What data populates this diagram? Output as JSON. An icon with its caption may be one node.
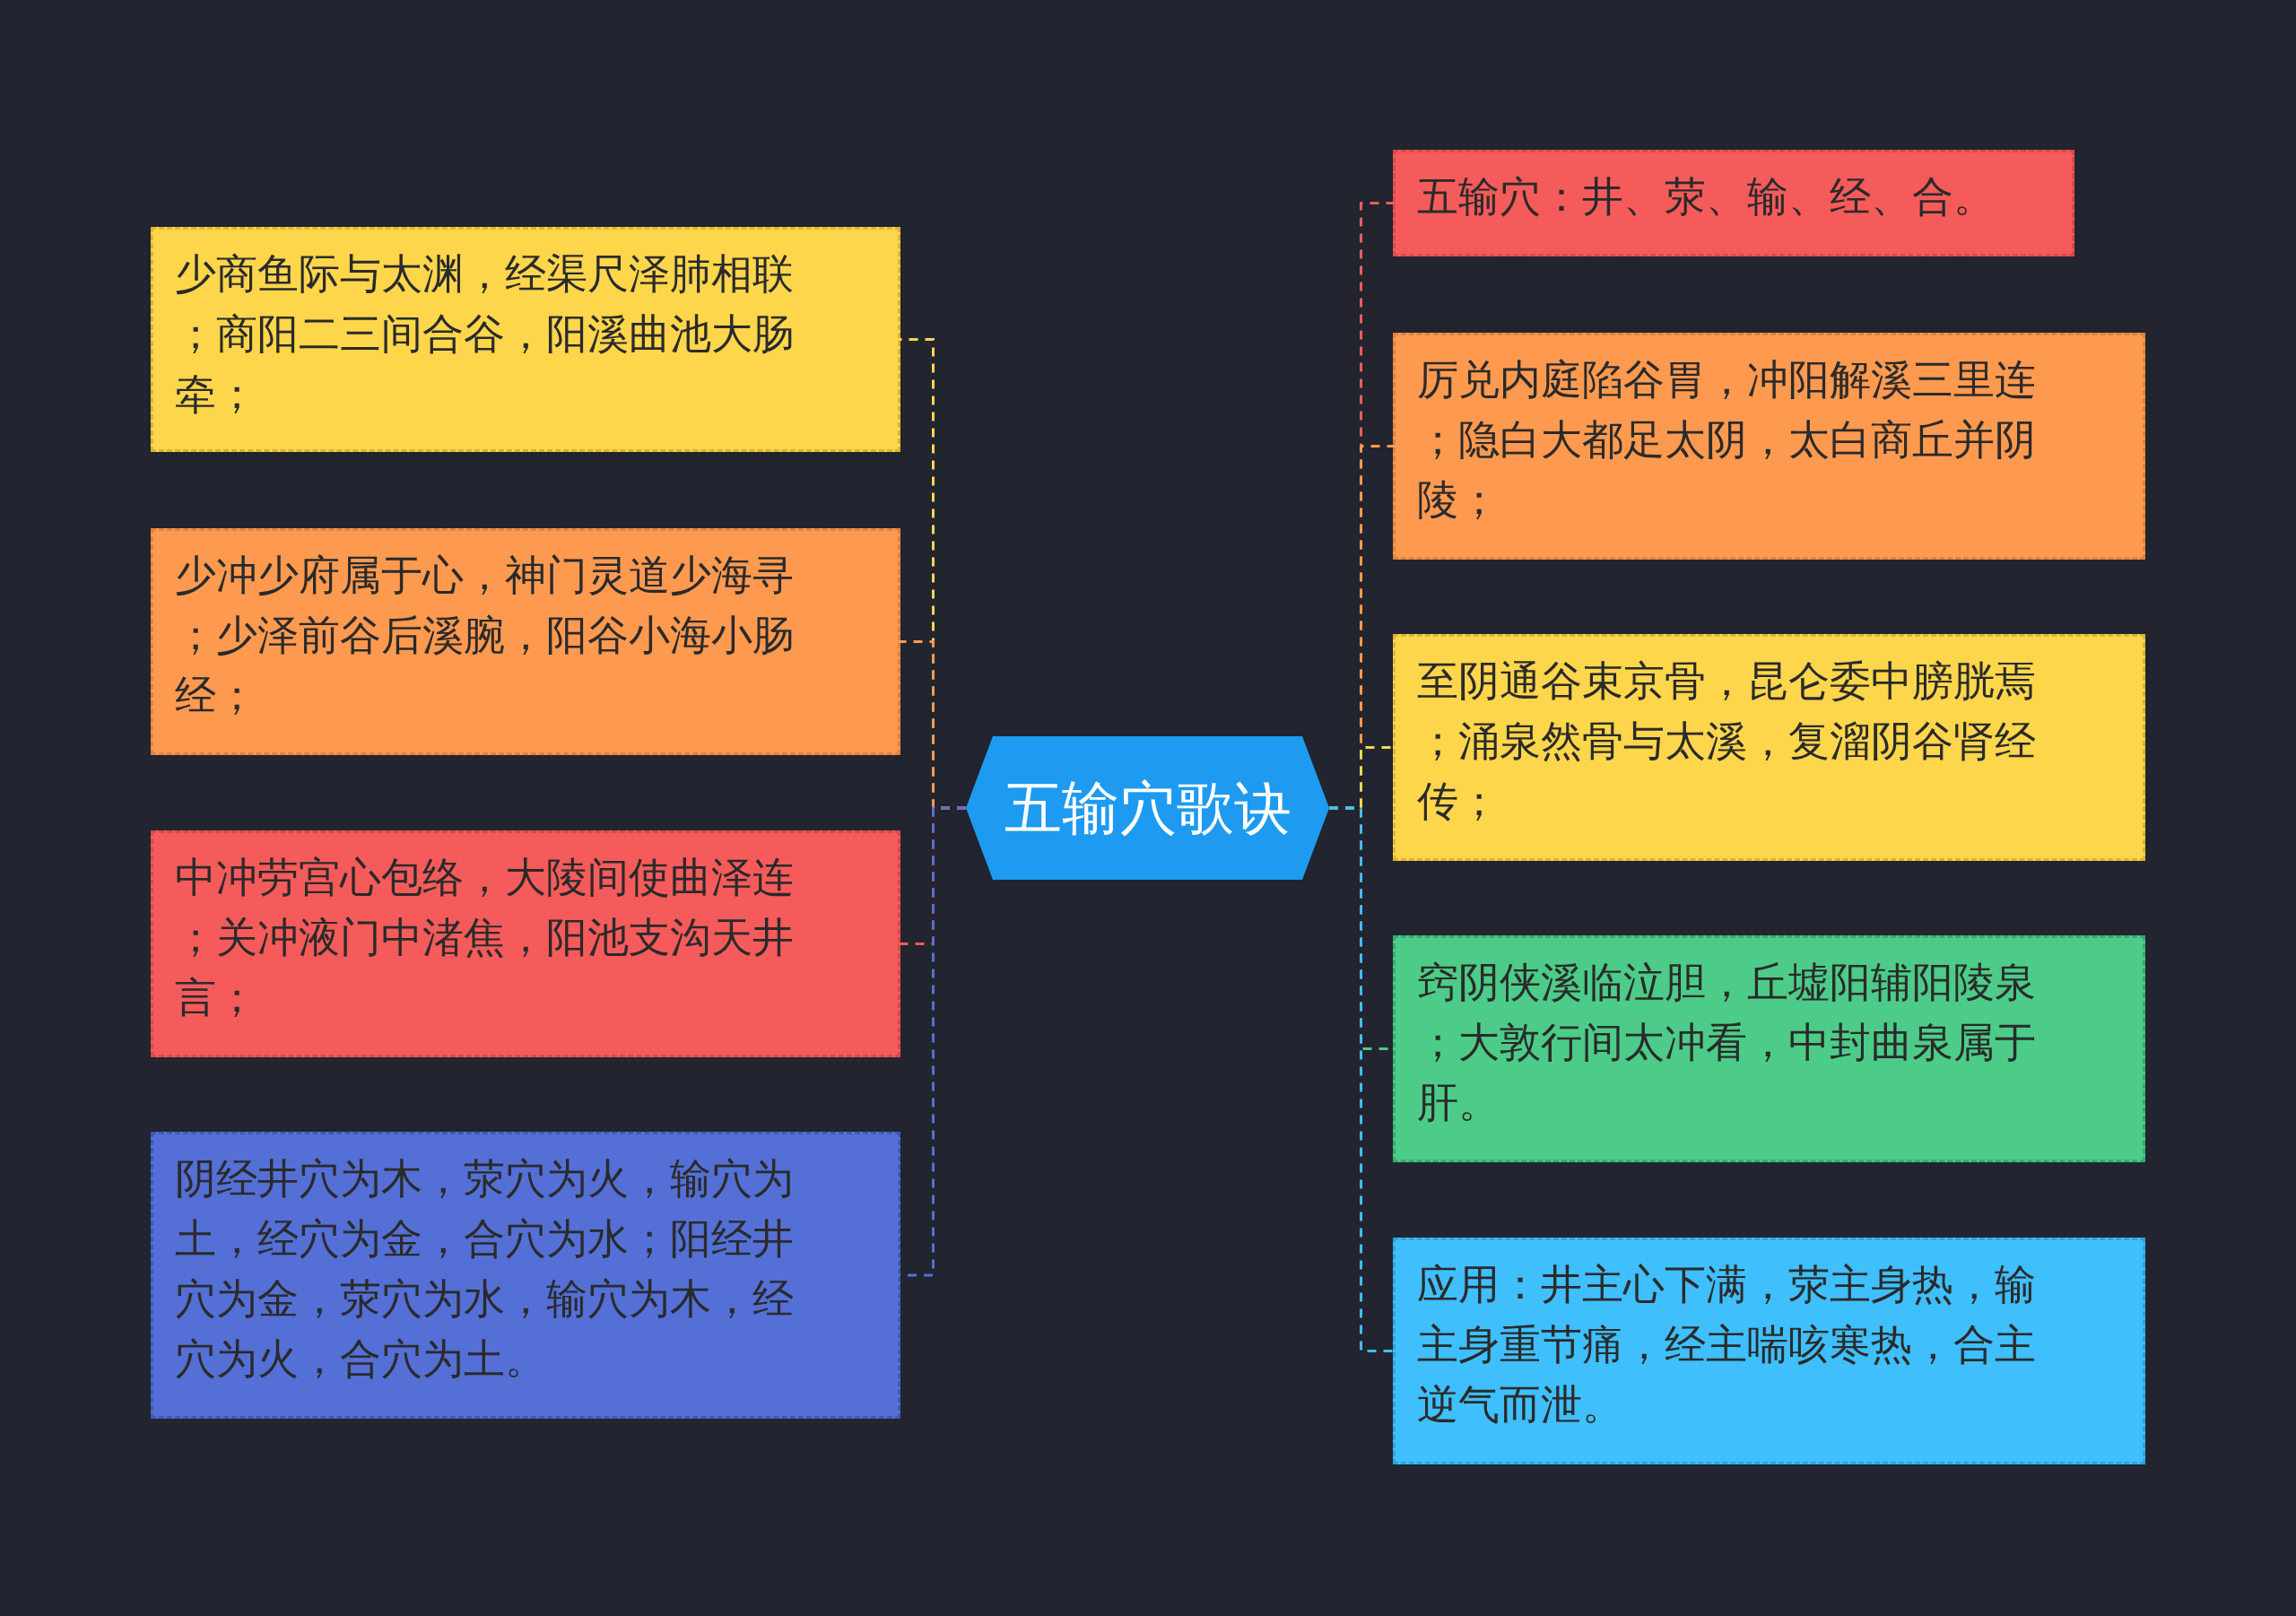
{
  "diagram": {
    "nodes": [
      {
        "text": [
          "五输穴歌诀"
        ]
      },
      {
        "text": [
          "五输穴：井、荥、输、经、合。"
        ]
      },
      {
        "text": [
          "厉兑内庭陷谷胃，冲阳解溪三里连；隐白大都足太阴，太白商丘并阴陵；"
        ]
      },
      {
        "text": [
          "至阴通谷束京骨，昆仑委中膀胱焉；涌泉然骨与太溪，复溜阴谷肾经传；"
        ]
      },
      {
        "text": [
          "窍阴侠溪临泣胆，丘墟阳辅阳陵泉；大敦行间太冲看，中封曲泉属于肝。"
        ]
      },
      {
        "text": [
          "应用：井主心下满，荥主身热，输主身重节痛，经主喘咳寒热，合主逆气而泄。"
        ]
      },
      {
        "text": [
          "少商鱼际与太渊，经渠尺泽肺相联；商阳二三间合谷，阳溪曲池大肠牵；"
        ]
      },
      {
        "text": [
          "少冲少府属于心，神门灵道少海寻；少泽前谷后溪腕，阳谷小海小肠经；"
        ]
      },
      {
        "text": [
          "中冲劳宫心包络，大陵间使曲泽连；关冲液门中渚焦，阳池支沟天井言；"
        ]
      },
      {
        "text": [
          "阴经井穴为木，荥穴为火，输穴为土，经穴为金，合穴为水；阳经井穴为金，荥穴为水，输穴为木，经穴为火，合穴为土。"
        ]
      }
    ],
    "edges": [
      {
        "from": 0,
        "to": 1,
        "arrow": "none",
        "style": "dashed",
        "color": "#f55b5b"
      },
      {
        "from": 0,
        "to": 2,
        "arrow": "none",
        "style": "dashed",
        "color": "#fd9a50"
      },
      {
        "from": 0,
        "to": 3,
        "arrow": "none",
        "style": "dashed",
        "color": "#fdd64b"
      },
      {
        "from": 0,
        "to": 4,
        "arrow": "none",
        "style": "dashed",
        "color": "#4ccc88"
      },
      {
        "from": 0,
        "to": 5,
        "arrow": "none",
        "style": "dashed",
        "color": "#3fbffb"
      },
      {
        "from": 0,
        "to": 6,
        "arrow": "none",
        "style": "dashed",
        "color": "#fdd64b"
      },
      {
        "from": 0,
        "to": 7,
        "arrow": "none",
        "style": "dashed",
        "color": "#fd9a50"
      },
      {
        "from": 0,
        "to": 8,
        "arrow": "none",
        "style": "dashed",
        "color": "#f55b5b"
      },
      {
        "from": 0,
        "to": 9,
        "arrow": "none",
        "style": "dashed",
        "color": "#5470d6"
      }
    ]
  }
}
